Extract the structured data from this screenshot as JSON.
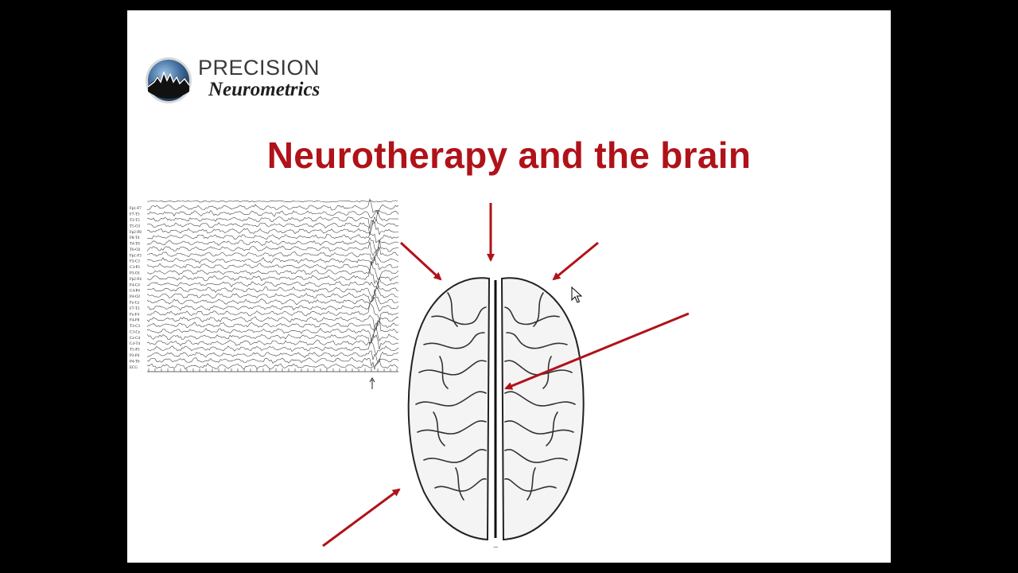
{
  "slide": {
    "logo": {
      "line1": "PRECISION",
      "line2": "Neurometrics",
      "icon": "mountain-globe-icon"
    },
    "title": "Neurotherapy and the brain",
    "eeg": {
      "channel_labels": [
        "Fp1-F7",
        "F7-T3",
        "T3-T5",
        "T5-O1",
        "Fp2-F8",
        "F8-T4",
        "T4-T6",
        "T6-O2",
        "Fp1-F3",
        "F3-C3",
        "C3-P3",
        "P3-O1",
        "Fp2-F4",
        "F4-C4",
        "C4-P4",
        "P4-O2",
        "Fz-Cz",
        "F7-T3",
        "Fz-F4",
        "F4-F8",
        "T3-C3",
        "C3-Cz",
        "Cz-C4",
        "C4-T4",
        "T5-P3",
        "P3-P4",
        "P4-T6",
        "ECG"
      ]
    },
    "brain": {
      "figure_label": "E"
    },
    "accent_color": "#b01219"
  }
}
